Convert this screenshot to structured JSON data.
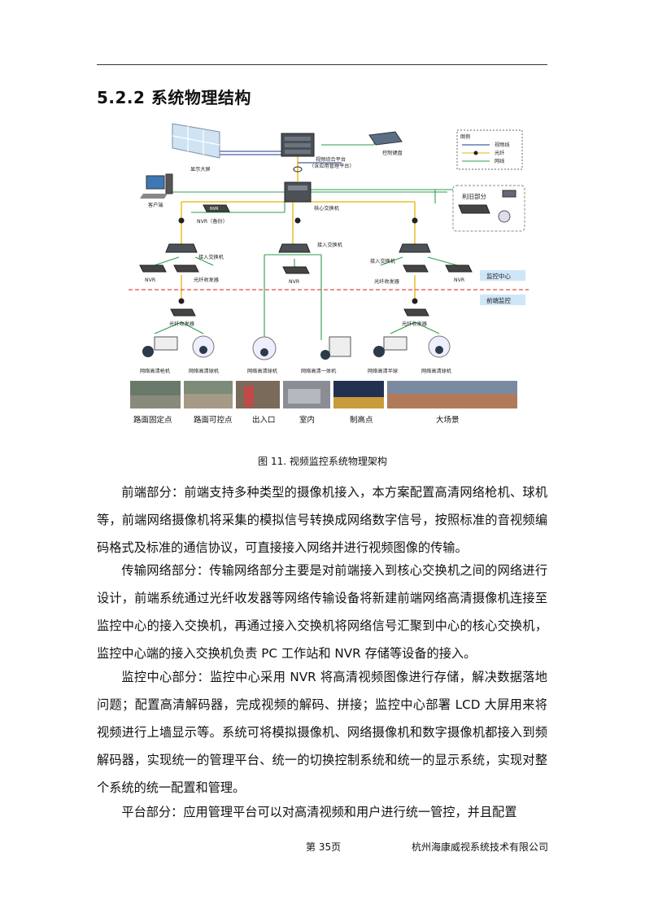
{
  "section_title": "5.2.2 系统物理结构",
  "diagram": {
    "display_wall": "显示大屏",
    "platform_line1": "视频综合平台",
    "platform_line2": "（含应用管理平台）",
    "keyboard": "控制键盘",
    "legend_title": "图例",
    "legend_items": [
      "视频线",
      "光纤",
      "网线"
    ],
    "client": "客户端",
    "core_switch": "核心交换机",
    "reuse_part": "利旧部分",
    "nvr_backup": "NVR（备份）",
    "access_switch": "接入交换机",
    "nvr": "NVR",
    "fiber_transceiver": "光纤收发器",
    "monitor_center": "监控中心",
    "frontend_monitor": "前端监控",
    "cam_labels": [
      "网络高清枪机",
      "网络高清球机",
      "网络高清球机",
      "网络高清一体机",
      "网络高清半球",
      "网络高清球机"
    ],
    "scene_labels": [
      "路面固定点",
      "路面可控点",
      "出入口",
      "室内",
      "制高点",
      "大场景"
    ]
  },
  "figure_caption": "图 11. 视频监控系统物理架构",
  "paragraphs": [
    "前端部分：前端支持多种类型的摄像机接入，本方案配置高清网络枪机、球机等，前端网络摄像机将采集的模拟信号转换成网络数字信号，按照标准的音视频编码格式及标准的通信协议，可直接接入网络并进行视频图像的传输。",
    "传输网络部分：传输网络部分主要是对前端接入到核心交换机之间的网络进行设计，前端系统通过光纤收发器等网络传输设备将新建前端网络高清摄像机连接至监控中心的接入交换机，再通过接入交换机将网络信号汇聚到中心的核心交换机，监控中心端的接入交换机负责 PC 工作站和 NVR 存储等设备的接入。",
    "监控中心部分：监控中心采用 NVR 将高清视频图像进行存储，解决数据落地问题；配置高清解码器，完成视频的解码、拼接；监控中心部署 LCD 大屏用来将视频进行上墙显示等。系统可将模拟摄像机、网络摄像机和数字摄像机都接入到频解码器，实现统一的管理平台、统一的切换控制系统和统一的显示系统，实现对整个系统的统一配置和管理。",
    "平台部分：应用管理平台可以对高清视频和用户进行统一管控，并且配置"
  ],
  "footer": {
    "page": "第 35页",
    "company": "杭州海康威视系统技术有限公司"
  },
  "colors": {
    "fiber": "#e8b400",
    "network": "#2e9e4a",
    "video": "#1a3a8a",
    "dashed_divider": "#e04a4a",
    "zone_label_bg": "#cfe6f7"
  }
}
